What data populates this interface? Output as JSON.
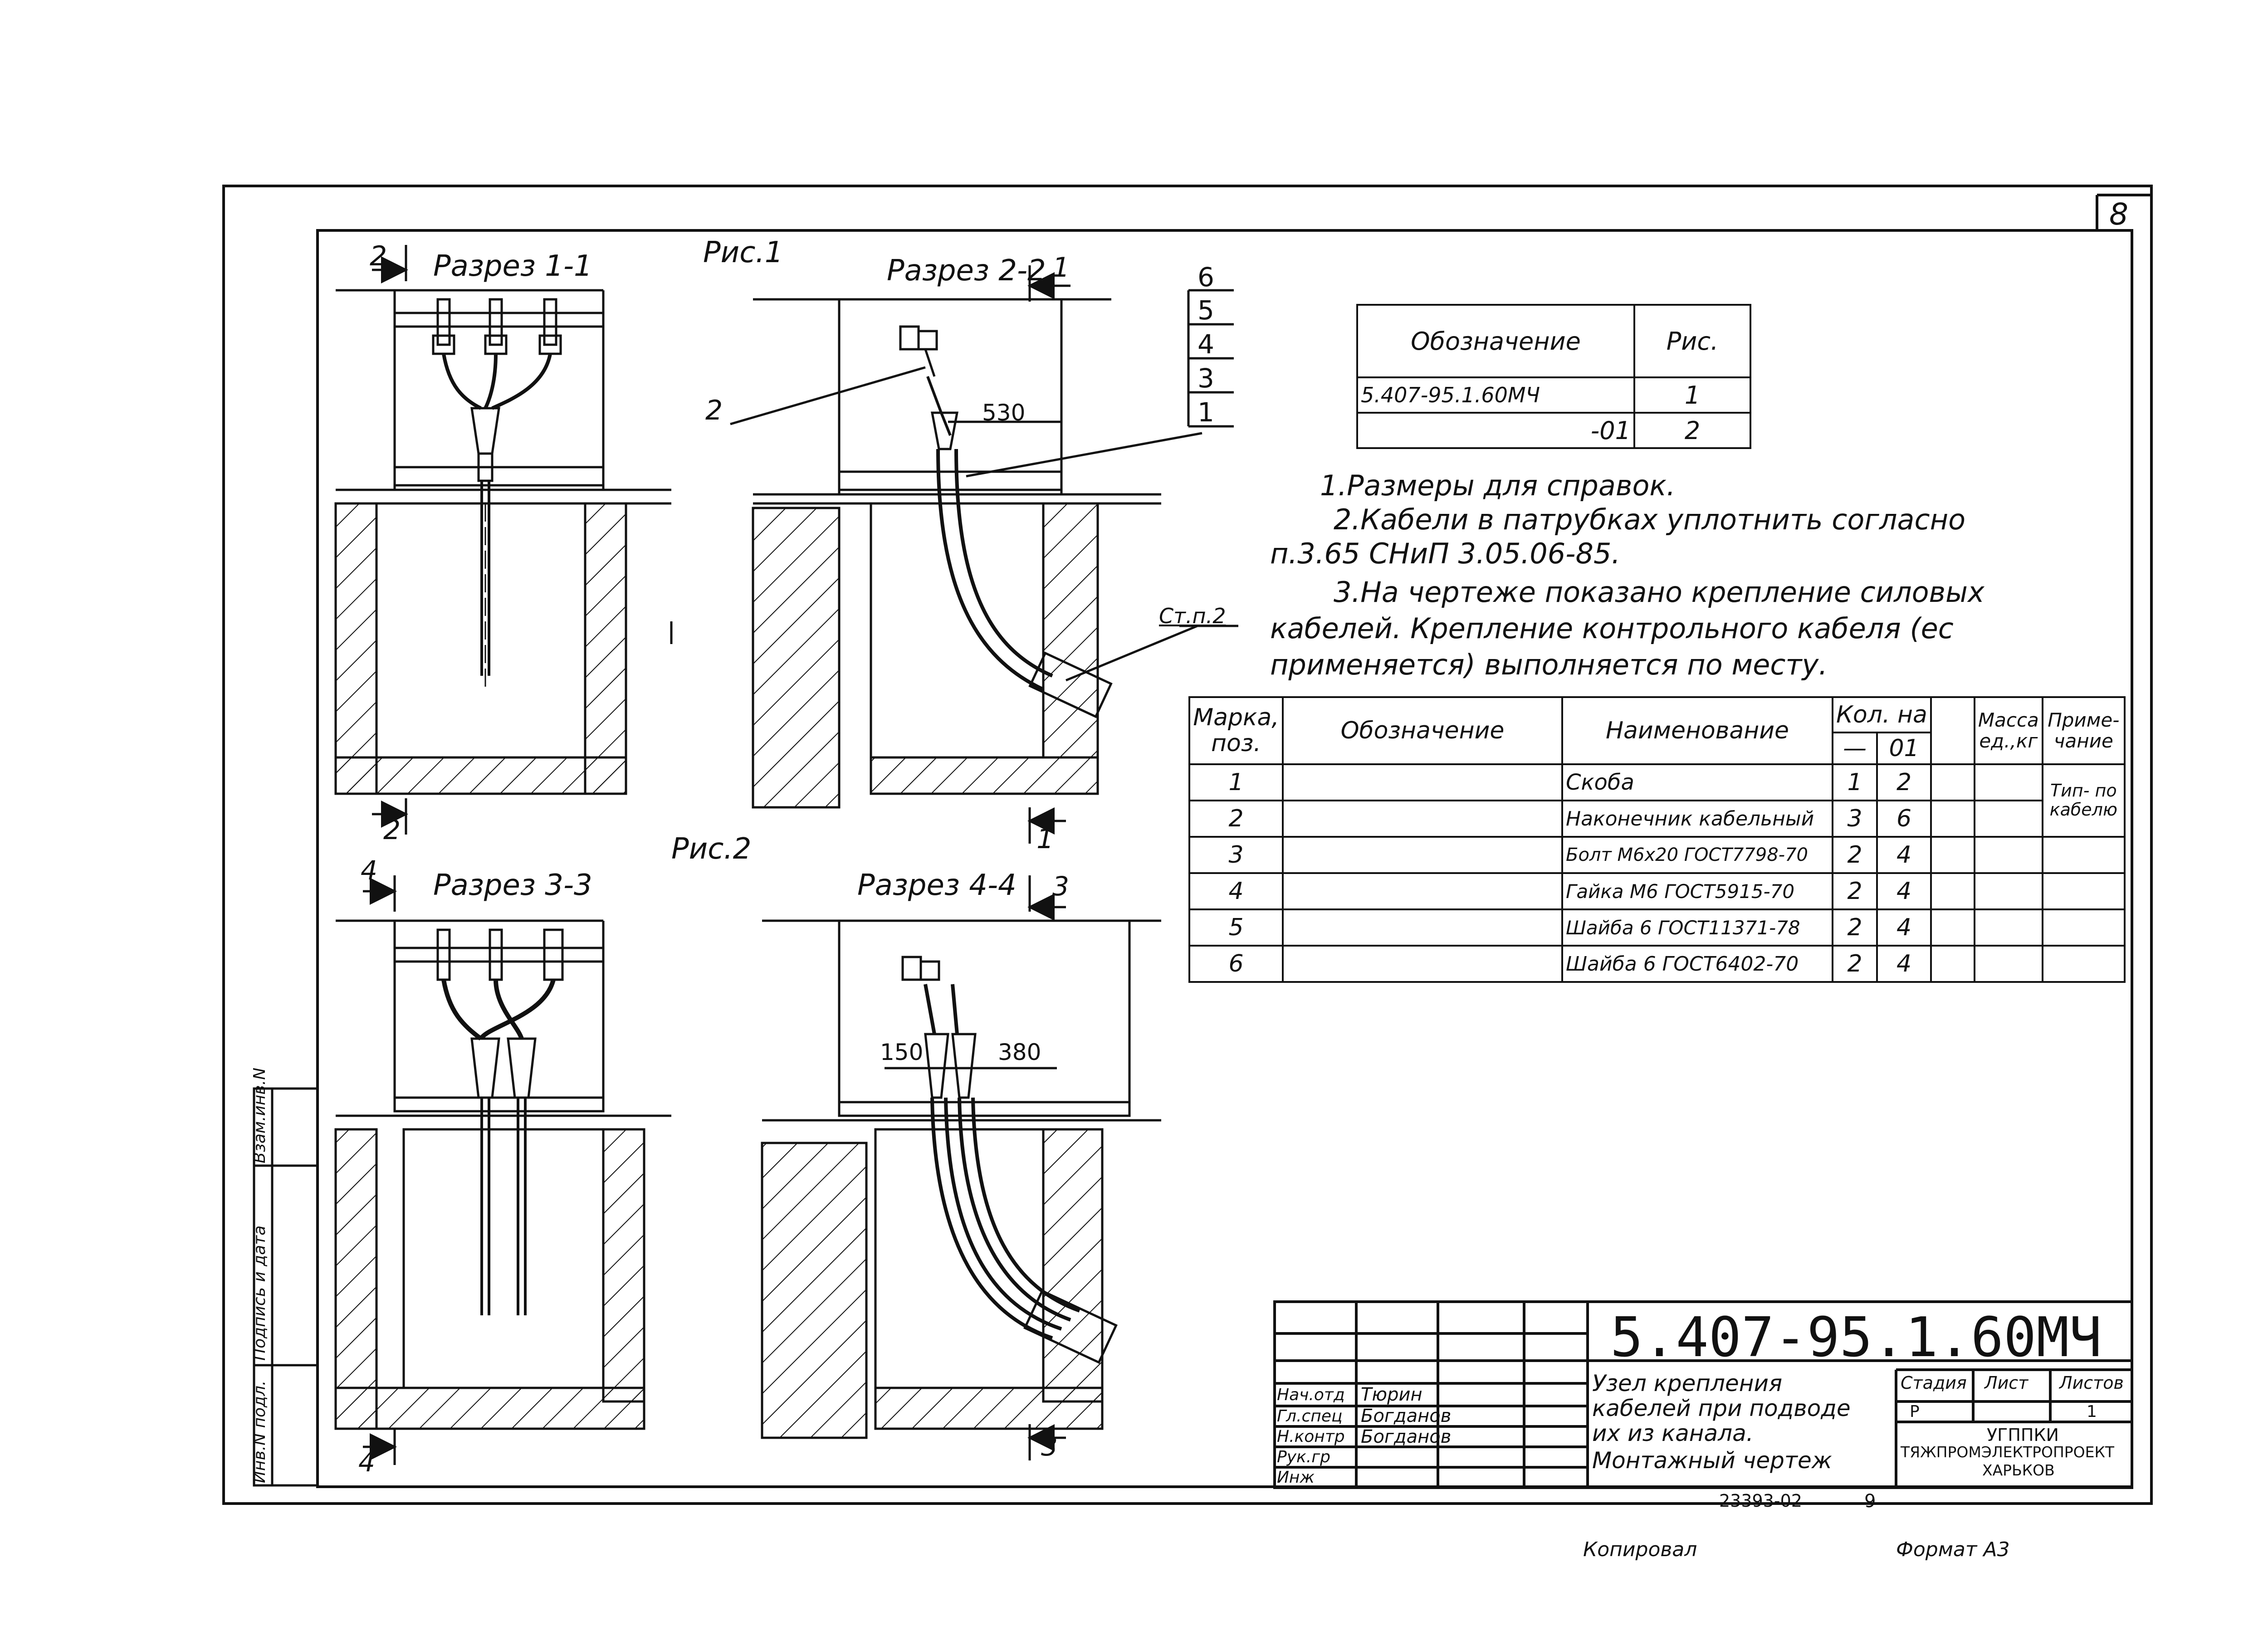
{
  "sheet": {
    "number": "8",
    "fig1_label": "Рис.1",
    "fig2_label": "Рис.2"
  },
  "sections": {
    "s11": {
      "title": "Разрез 1-1",
      "cut_top": "2",
      "cut_bottom": "2"
    },
    "s22": {
      "title": "Разрез 2-2",
      "cut_top": "1",
      "cut_bottom": "1",
      "dim": "530",
      "leader_label": "2",
      "ref": "Ст.п.2"
    },
    "s33": {
      "title": "Разрез 3-3",
      "cut_top": "4",
      "cut_bottom": "4"
    },
    "s44": {
      "title": "Разрез 4-4",
      "cut_top": "3",
      "cut_bottom": "3",
      "dim_left": "150",
      "dim_right": "380"
    },
    "callouts": [
      "6",
      "5",
      "4",
      "3",
      "1"
    ]
  },
  "ref_table": {
    "headers": [
      "Обозначение",
      "Рис."
    ],
    "rows": [
      [
        "5.407-95.1.60МЧ",
        "1"
      ],
      [
        "-01",
        "2"
      ]
    ]
  },
  "notes": [
    "1.Размеры для справок.",
    "2.Кабели в патрубках уплотнить согласно",
    "п.3.65 СНиП 3.05.06-85.",
    "3.На чертеже показано крепление силовых",
    "кабелей. Крепление контрольного кабеля (ес",
    "применяется) выполняется по месту."
  ],
  "spec_table": {
    "h_mark": "Марка, поз.",
    "h_designation": "Обозначение",
    "h_name": "Наименование",
    "h_qty": "Кол. на",
    "h_qty_a": "—",
    "h_qty_b": "01",
    "h_mass": "Масса ед.,кг",
    "h_note": "Приме- чание",
    "note_text": "Тип- по кабелю",
    "rows": [
      {
        "pos": "1",
        "name": "Скоба",
        "a": "1",
        "b": "2"
      },
      {
        "pos": "2",
        "name": "Наконечник кабельный",
        "a": "3",
        "b": "6"
      },
      {
        "pos": "3",
        "name": "Болт М6х20 ГОСТ7798-70",
        "a": "2",
        "b": "4"
      },
      {
        "pos": "4",
        "name": "Гайка М6 ГОСТ5915-70",
        "a": "2",
        "b": "4"
      },
      {
        "pos": "5",
        "name": "Шайба 6 ГОСТ11371-78",
        "a": "2",
        "b": "4"
      },
      {
        "pos": "6",
        "name": "Шайба 6 ГОСТ6402-70",
        "a": "2",
        "b": "4"
      }
    ]
  },
  "title_block": {
    "code": "5.407-95.1.60МЧ",
    "description": [
      "Узел крепления",
      "кабелей при подводе",
      "их из канала.",
      "Монтажный чертеж"
    ],
    "roles": [
      "Нач.отд",
      "Гл.спец",
      "Н.контр",
      "Рук.гр",
      "Инж"
    ],
    "names": [
      "Тюрин",
      "Богданов",
      "Богданов",
      "",
      ""
    ],
    "stage_h": "Стадия",
    "sheet_h": "Лист",
    "sheets_h": "Листов",
    "stage": "Р",
    "sheets": "1",
    "org": [
      "УГППКИ",
      "ТЯЖПРОМЭЛЕКТРОПРОЕКТ",
      "ХАРЬКОВ"
    ]
  },
  "side_stamp": [
    "Инв.N подл.",
    "Подпись и дата",
    "Взам.инв.N"
  ],
  "footer": {
    "archive": "23393-02",
    "page": "9",
    "copied": "Копировал",
    "format": "Формат А3"
  }
}
